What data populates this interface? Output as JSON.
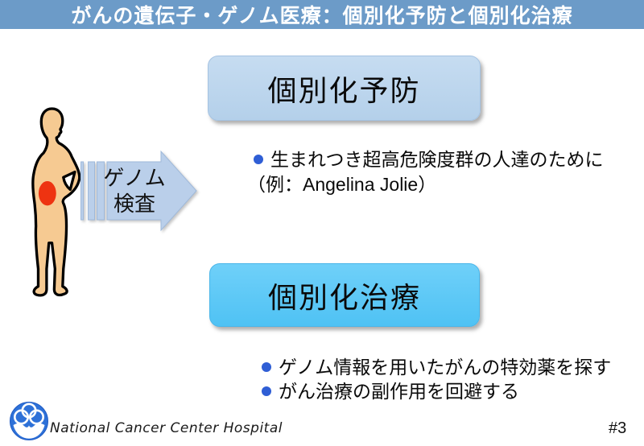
{
  "slide": {
    "title": "がんの遺伝子・ゲノム医療：個別化予防と個別化治療",
    "footer_org": "National Cancer Center Hospital",
    "page_number": "#3"
  },
  "diagram": {
    "person_icon": "patient-with-tumor-icon",
    "logo_icon": "national-cancer-center-logo",
    "arrow_label": [
      "ゲノム",
      "検査"
    ]
  },
  "prevention": {
    "heading": "個別化予防",
    "bullet_main": "生まれつき超高危険度群の人達のために",
    "bullet_example": "（例：Angelina Jolie）"
  },
  "treatment": {
    "heading": "個別化治療",
    "bullets": [
      "ゲノム情報を用いたがんの特効薬を探す",
      "がん治療の副作用を回避する"
    ]
  },
  "colors": {
    "title_bar_bg": "#6c9bc8",
    "title_text": "#ffffff",
    "prevention_box_bg": "#b9d3ec",
    "treatment_box_bg": "#58c6f6",
    "arrow_fill": "#bacfea",
    "bullet_dot": "#2f5ed5",
    "logo_blue": "#2e71d8",
    "skin_tone": "#f6ca92",
    "tumor_red": "#ee3311"
  }
}
